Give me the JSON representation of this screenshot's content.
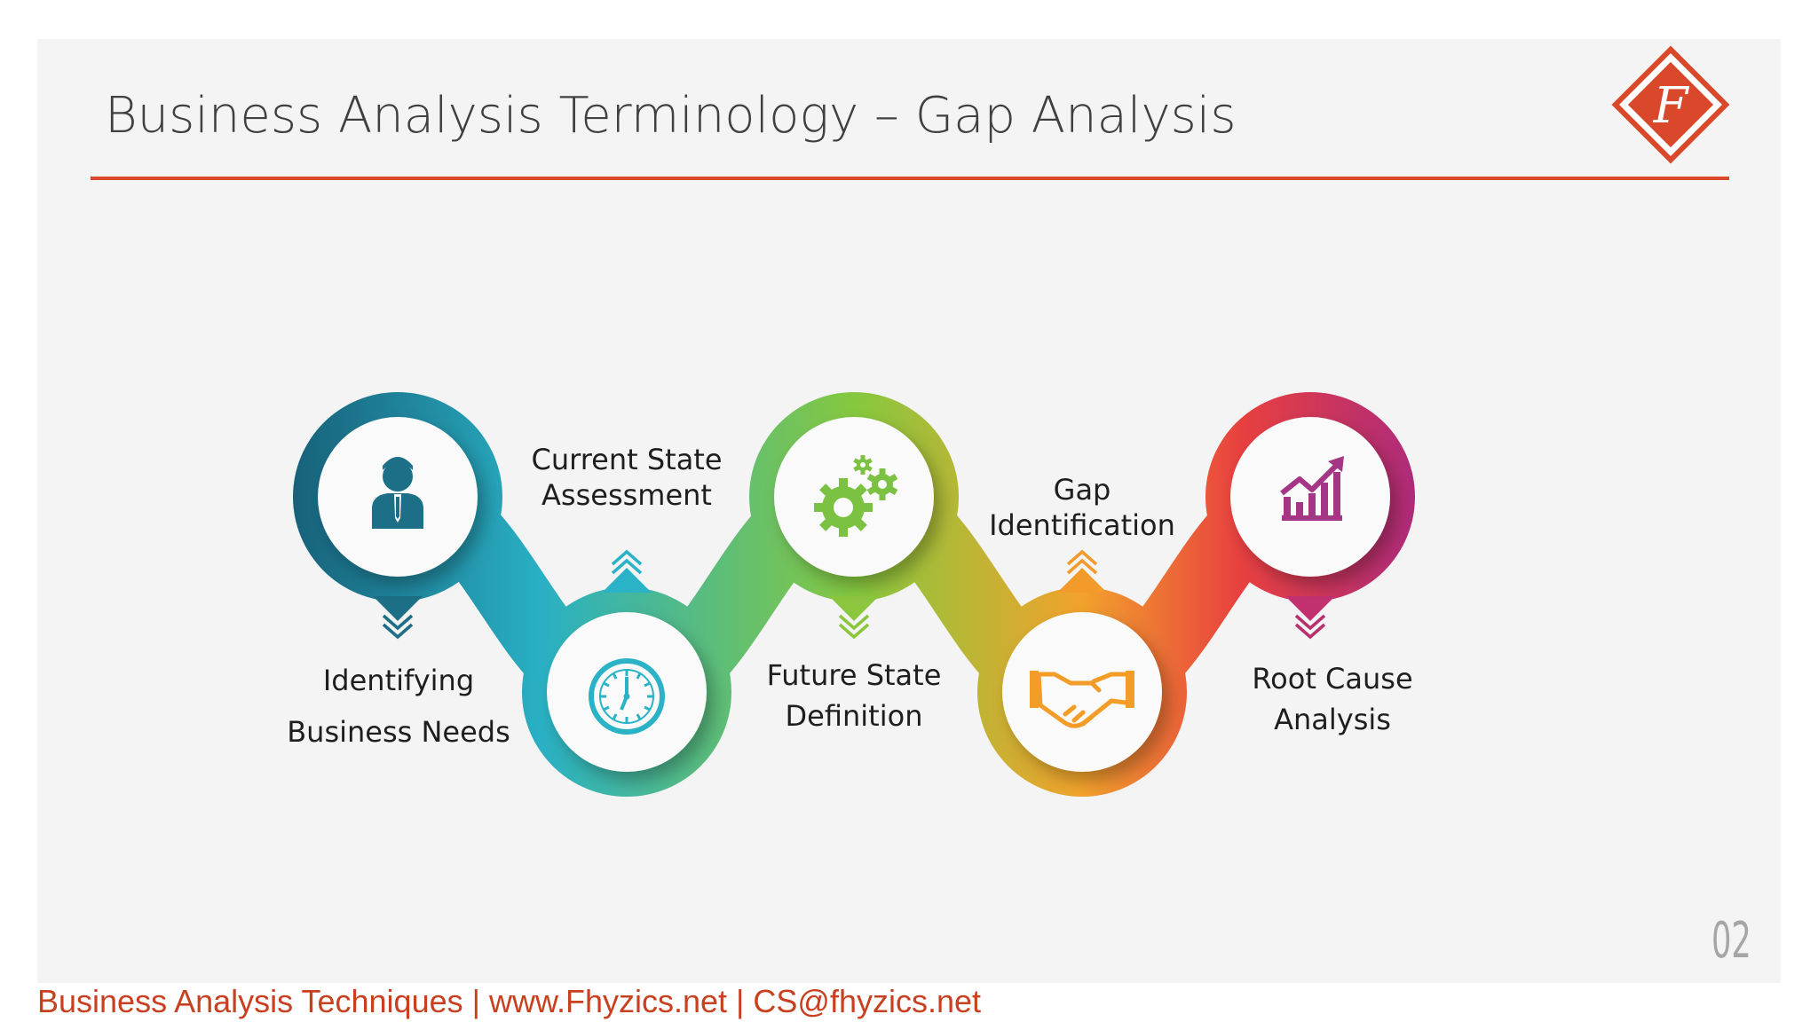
{
  "slide": {
    "title": "Business Analysis Terminology – Gap Analysis",
    "logo_letter": "F",
    "page_number": "02"
  },
  "steps": [
    {
      "label_line1": "Identifying",
      "label_line2": "Business Needs",
      "icon": "businessman-icon",
      "color": "#1c6f86"
    },
    {
      "label_line1": "Current State",
      "label_line2": "Assessment",
      "icon": "clock-icon",
      "color": "#2bb3c7"
    },
    {
      "label_line1": "Future State",
      "label_line2": "Definition",
      "icon": "gears-icon",
      "color": "#7cc242"
    },
    {
      "label_line1": "Gap",
      "label_line2": "Identification",
      "icon": "handshake-icon",
      "color": "#f39c28"
    },
    {
      "label_line1": "Root Cause",
      "label_line2": "Analysis",
      "icon": "growth-chart-icon",
      "color": "#b8306e"
    }
  ],
  "footer": {
    "text": "Business Analysis Techniques | www.Fhyzics.net | CS@fhyzics.net"
  },
  "colors": {
    "accent": "#d9482b",
    "footer_text": "#c8401f"
  }
}
